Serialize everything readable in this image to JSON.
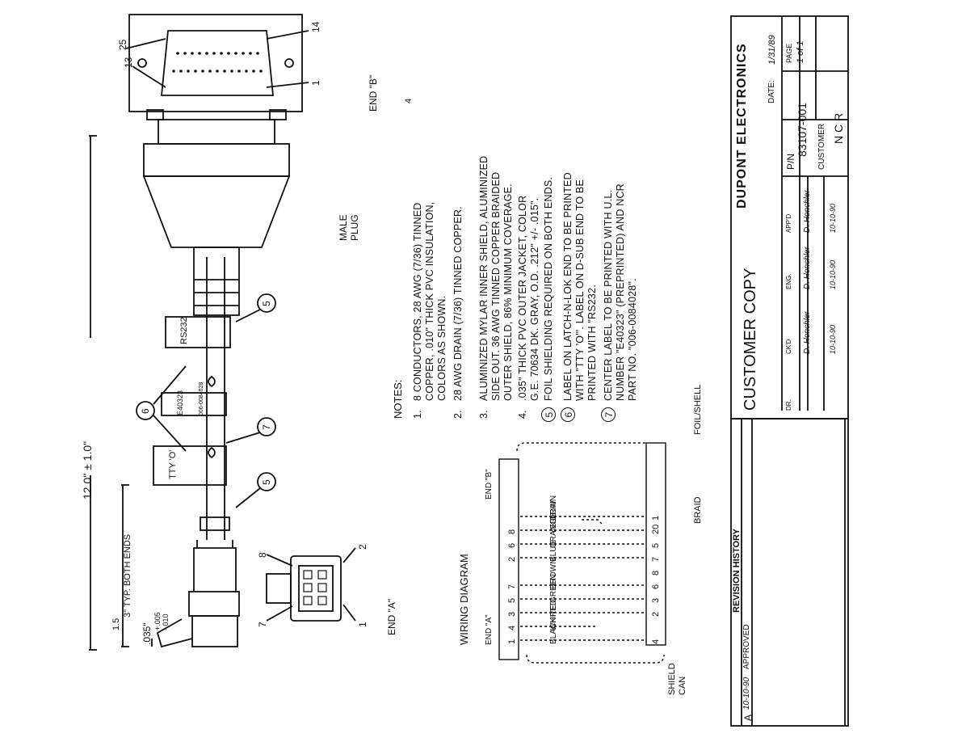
{
  "title_block": {
    "company": "DUPONT ELECTRONICS",
    "date_label": "DATE:",
    "date_value": "1/31/89",
    "page_label": "PAGE",
    "page_value": "1 of 1",
    "pn_label": "P/N",
    "pn_value": "83107-001",
    "customer_label": "CUSTOMER",
    "customer_value": "N C R",
    "stamp": "CUSTOMER COPY",
    "signoffs": [
      {
        "role": "DR.",
        "name": "",
        "date": ""
      },
      {
        "role": "CK'D",
        "name": "D. Honchler",
        "date": "10-10-90"
      },
      {
        "role": "ENG.",
        "name": "D. Honchler",
        "date": "10-10-90"
      },
      {
        "role": "APP'D",
        "name": "D. Honchler",
        "date": "10-10-90"
      }
    ]
  },
  "revision": {
    "title": "REVISION HISTORY",
    "rows": [
      {
        "rev": "A",
        "date": "10-10-90",
        "desc": "APPROVED"
      }
    ]
  },
  "notes": {
    "heading": "NOTES:",
    "stray_mark": "4",
    "items": [
      {
        "num": "1.",
        "circled": false,
        "lines": [
          "8 CONDUCTORS, 28 AWG (7/36) TINNED",
          "COPPER, .010\" THICK PVC INSULATION,",
          "COLORS AS SHOWN."
        ]
      },
      {
        "num": "2.",
        "circled": false,
        "lines": [
          "28 AWG DRAIN (7/36) TINNED COPPER."
        ]
      },
      {
        "num": "3.",
        "circled": false,
        "lines": [
          "ALUMINIZED MYLAR INNER SHIELD, ALUMINIZED",
          "SIDE OUT.  36 AWG TINNED COPPER BRAIDED",
          "OUTER SHIELD, 86% MINIMUM COVERAGE."
        ]
      },
      {
        "num": "4.",
        "circled": false,
        "lines": [
          ".035\" THICK PVC OUTER JACKET, COLOR",
          "G.E. 70634 DK. GRAY, O.D. .212\" +/- .015\"."
        ]
      },
      {
        "num": "5",
        "circled": true,
        "lines": [
          "FOIL SHIELDING REQUIRED ON BOTH ENDS."
        ]
      },
      {
        "num": "6",
        "circled": true,
        "lines": [
          "LABEL ON LATCH-N-LOK END TO BE PRINTED",
          "WITH \"TTY 'O'\".  LABEL ON D-SUB END TO BE",
          "PRINTED WITH \"RS232."
        ]
      },
      {
        "num": "7",
        "circled": true,
        "lines": [
          "CENTER LABEL TO BE PRINTED WITH U.L.",
          "NUMBER \"E40323\" (PREPRINTED) AND NCR",
          "PART NO. \"006-0084028\"."
        ]
      }
    ]
  },
  "wiring": {
    "title": "WIRING DIAGRAM",
    "end_a_label": "END \"A\"",
    "end_b_label": "END \"B\"",
    "rows": [
      {
        "a": "1",
        "color": "BLACK",
        "b": "4"
      },
      {
        "a": "4",
        "color": "WHITE",
        "b": ""
      },
      {
        "a": "3",
        "color": "RED",
        "b": "2"
      },
      {
        "a": "5",
        "color": "GREEN",
        "b": "3"
      },
      {
        "a": "7",
        "color": "BROWN",
        "b": "6"
      },
      {
        "a": "",
        "color": "",
        "b": "8"
      },
      {
        "a": "2",
        "color": "BLUE",
        "b": "7"
      },
      {
        "a": "6",
        "color": "ORANGE",
        "b": "5"
      },
      {
        "a": "8",
        "color": "YELLOW",
        "b": "20"
      },
      {
        "a": "",
        "color": "DRAIN",
        "b": "1"
      }
    ],
    "shield_can": [
      "SHIELD",
      "CAN"
    ],
    "braid": "BRAID",
    "foil_shell": "FOIL/SHELL"
  },
  "cable": {
    "length": "12.0\" ± 1.0\"",
    "both_ends_line1": "1.5",
    "both_ends_line2": "3\" TYP. BOTH ENDS",
    "jacket_strip": ".035\" ",
    "jacket_tol_plus": "+.005",
    "jacket_tol_minus": "-.010",
    "end_a": "END \"A\"",
    "end_b": "END \"B\"",
    "male_plug": [
      "MALE",
      "PLUG"
    ],
    "label_tty": "TTY 'O'",
    "label_ul_top": "E40323",
    "label_ul_bottom": "006-0084028",
    "label_rs232": "RS232",
    "callout_5": "5",
    "callout_6": "6",
    "callout_7": "7",
    "dsub_pins": {
      "p25": "25",
      "p13": "13",
      "p14": "14",
      "p1": "1"
    },
    "latch_pins": {
      "p7": "7",
      "p8": "8",
      "p1": "1",
      "p2": "2"
    }
  }
}
